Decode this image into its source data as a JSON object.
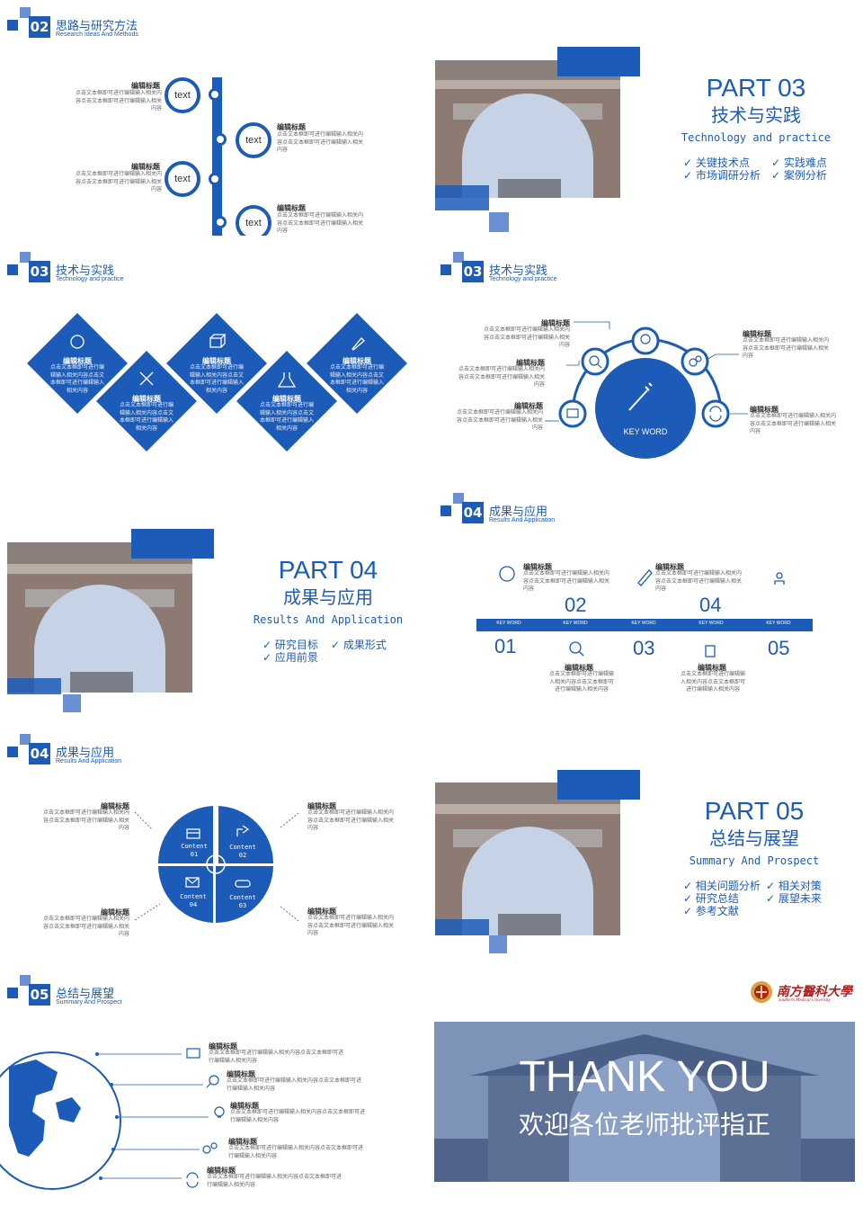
{
  "colors": {
    "primary": "#1c5cb8",
    "light": "#6a8fd2"
  },
  "s1": {
    "num": "02",
    "title": "思路与研究方法",
    "subtitle": "Research Ideas And Methods",
    "items": [
      {
        "label": "text",
        "title": "编辑标题",
        "body": "点击文本框即可进行编辑输入相关内容点击文本框即可进行编辑输入相关内容"
      },
      {
        "label": "text",
        "title": "编辑标题",
        "body": "点击文本框即可进行编辑输入相关内容点击文本框即可进行编辑输入相关内容"
      },
      {
        "label": "text",
        "title": "编辑标题",
        "body": "点击文本框即可进行编辑输入相关内容点击文本框即可进行编辑输入相关内容"
      },
      {
        "label": "text",
        "title": "编辑标题",
        "body": "点击文本框即可进行编辑输入相关内容点击文本框即可进行编辑输入相关内容"
      }
    ]
  },
  "s2": {
    "part": "PART 03",
    "cn": "技术与实践",
    "en": "Technology and practice",
    "checks": [
      "✓ 关键技术点",
      "✓ 实践难点",
      "✓ 市场调研分析",
      "✓ 案例分析"
    ]
  },
  "s3": {
    "num": "03",
    "title": "技术与实践",
    "subtitle": "Technology and practice",
    "items": [
      {
        "title": "编辑标题",
        "body": "点击文本框即可进行编辑输入相关内容点击文本框即可进行编辑输入相关内容",
        "icon": "brain-icon"
      },
      {
        "title": "编辑标题",
        "body": "点击文本框即可进行编辑输入相关内容点击文本框即可进行编辑输入相关内容",
        "icon": "tools-icon"
      },
      {
        "title": "编辑标题",
        "body": "点击文本框即可进行编辑输入相关内容点击文本框即可进行编辑输入相关内容",
        "icon": "cube-icon"
      },
      {
        "title": "编辑标题",
        "body": "点击文本框即可进行编辑输入相关内容点击文本框即可进行编辑输入相关内容",
        "icon": "flask-icon"
      },
      {
        "title": "编辑标题",
        "body": "点击文本框即可进行编辑输入相关内容点击文本框即可进行编辑输入相关内容",
        "icon": "rocket-icon"
      }
    ]
  },
  "s4": {
    "num": "03",
    "title": "技术与实践",
    "subtitle": "Technology and practice",
    "center": "KEY WORD",
    "items": [
      {
        "title": "编辑标题",
        "body": "点击文本框即可进行编辑输入相关内容点击文本框即可进行编辑输入相关内容"
      },
      {
        "title": "编辑标题",
        "body": "点击文本框即可进行编辑输入相关内容点击文本框即可进行编辑输入相关内容"
      },
      {
        "title": "编辑标题",
        "body": "点击文本框即可进行编辑输入相关内容点击文本框即可进行编辑输入相关内容"
      },
      {
        "title": "编辑标题",
        "body": "点击文本框即可进行编辑输入相关内容点击文本框即可进行编辑输入相关内容"
      },
      {
        "title": "编辑标题",
        "body": "点击文本框即可进行编辑输入相关内容点击文本框即可进行编辑输入相关内容"
      }
    ]
  },
  "s5": {
    "part": "PART 04",
    "cn": "成果与应用",
    "en": "Results And Application",
    "checks": [
      "✓ 研究目标",
      "✓ 成果形式",
      "✓ 应用前景"
    ]
  },
  "s6": {
    "num": "04",
    "title": "成果与应用",
    "subtitle": "Results And Application",
    "kw": "KEY WORD",
    "nums": [
      "01",
      "02",
      "03",
      "04",
      "05"
    ],
    "items": [
      {
        "title": "编辑标题",
        "body": "点击文本框即可进行编辑输入相关内容点击文本框即可进行编辑输入相关内容"
      },
      {
        "title": "编辑标题",
        "body": "点击文本框即可进行编辑输入相关内容点击文本框即可进行编辑输入相关内容"
      },
      {
        "title": "编辑标题",
        "body": "点击文本框即可进行编辑输入相关内容点击文本框即可进行编辑输入相关内容"
      },
      {
        "title": "编辑标题",
        "body": "点击文本框即可进行编辑输入相关内容点击文本框即可进行编辑输入相关内容"
      }
    ]
  },
  "s7": {
    "num": "04",
    "title": "成果与应用",
    "subtitle": "Results And Application",
    "quads": [
      "Content 01",
      "Content 02",
      "Content 03",
      "Content 04"
    ],
    "items": [
      {
        "title": "编辑标题",
        "body": "点击文本框即可进行编辑输入相关内容点击文本框即可进行编辑输入相关内容"
      },
      {
        "title": "编辑标题",
        "body": "点击文本框即可进行编辑输入相关内容点击文本框即可进行编辑输入相关内容"
      },
      {
        "title": "编辑标题",
        "body": "点击文本框即可进行编辑输入相关内容点击文本框即可进行编辑输入相关内容"
      },
      {
        "title": "编辑标题",
        "body": "点击文本框即可进行编辑输入相关内容点击文本框即可进行编辑输入相关内容"
      }
    ]
  },
  "s8": {
    "part": "PART 05",
    "cn": "总结与展望",
    "en": "Summary And Prospect",
    "checks": [
      "✓ 相关问题分析",
      "✓ 相关对策",
      "✓ 研究总结",
      "✓ 展望未来",
      "✓ 参考文献"
    ]
  },
  "s9": {
    "num": "05",
    "title": "总结与展望",
    "subtitle": "Summary And Prospect",
    "items": [
      {
        "title": "编辑标题",
        "body": "点击文本框即可进行编辑输入相关内容点击文本框即可进行编辑输入相关内容"
      },
      {
        "title": "编辑标题",
        "body": "点击文本框即可进行编辑输入相关内容点击文本框即可进行编辑输入相关内容"
      },
      {
        "title": "编辑标题",
        "body": "点击文本框即可进行编辑输入相关内容点击文本框即可进行编辑输入相关内容"
      },
      {
        "title": "编辑标题",
        "body": "点击文本框即可进行编辑输入相关内容点击文本框即可进行编辑输入相关内容"
      },
      {
        "title": "编辑标题",
        "body": "点击文本框即可进行编辑输入相关内容点击文本框即可进行编辑输入相关内容"
      }
    ]
  },
  "s10": {
    "logo": "南方醫科大學",
    "logo_en": "Southern Medical University",
    "title": "THANK YOU",
    "subtitle": "欢迎各位老师批评指正"
  }
}
